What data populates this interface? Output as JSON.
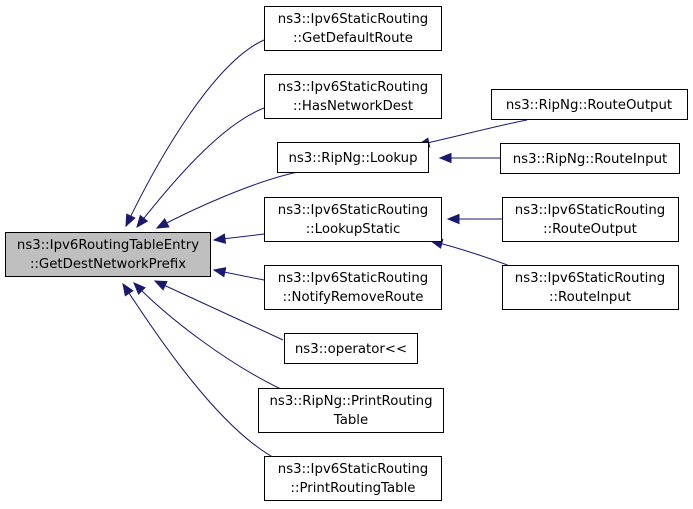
{
  "colors": {
    "edge": "#191970",
    "root_fill": "#bfbfbf",
    "node_fill": "#ffffff",
    "border": "#000000"
  },
  "nodes": {
    "root": {
      "lines": [
        "ns3::Ipv6RoutingTableEntry",
        "::GetDestNetworkPrefix"
      ]
    },
    "get_default_route": {
      "lines": [
        "ns3::Ipv6StaticRouting",
        "::GetDefaultRoute"
      ]
    },
    "has_network_dest": {
      "lines": [
        "ns3::Ipv6StaticRouting",
        "::HasNetworkDest"
      ]
    },
    "ripng_lookup": {
      "lines": [
        "ns3::RipNg::Lookup"
      ]
    },
    "lookup_static": {
      "lines": [
        "ns3::Ipv6StaticRouting",
        "::LookupStatic"
      ]
    },
    "notify_remove_route": {
      "lines": [
        "ns3::Ipv6StaticRouting",
        "::NotifyRemoveRoute"
      ]
    },
    "operator_shift": {
      "lines": [
        "ns3::operator<<"
      ]
    },
    "ripng_print": {
      "lines": [
        "ns3::RipNg::PrintRouting",
        "Table"
      ]
    },
    "static_print": {
      "lines": [
        "ns3::Ipv6StaticRouting",
        "::PrintRoutingTable"
      ]
    },
    "ripng_route_output": {
      "lines": [
        "ns3::RipNg::RouteOutput"
      ]
    },
    "ripng_route_input": {
      "lines": [
        "ns3::RipNg::RouteInput"
      ]
    },
    "static_route_output": {
      "lines": [
        "ns3::Ipv6StaticRouting",
        "::RouteOutput"
      ]
    },
    "static_route_input": {
      "lines": [
        "ns3::Ipv6StaticRouting",
        "::RouteInput"
      ]
    }
  }
}
